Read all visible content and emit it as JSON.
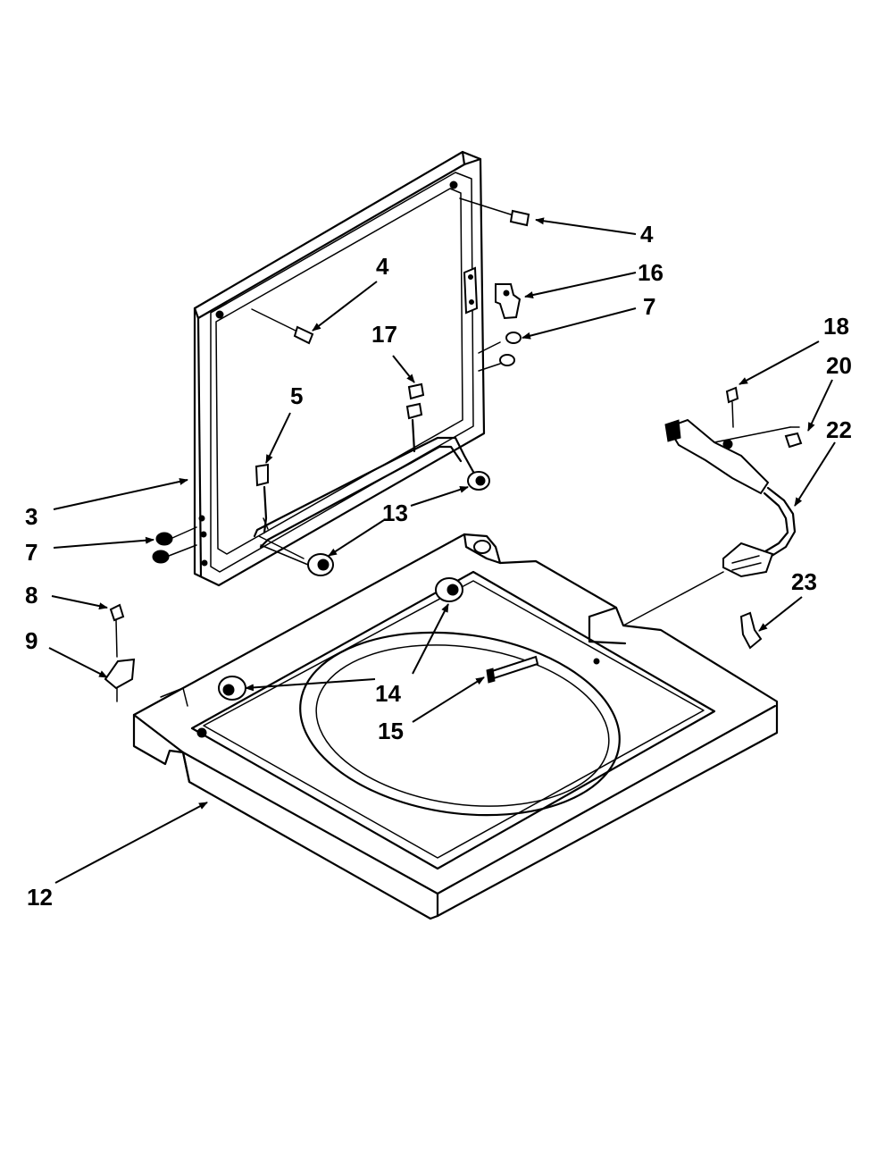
{
  "diagram": {
    "callouts": [
      {
        "id": "c4a",
        "label": "4"
      },
      {
        "id": "c4b",
        "label": "4"
      },
      {
        "id": "c16",
        "label": "16"
      },
      {
        "id": "c7a",
        "label": "7"
      },
      {
        "id": "c17",
        "label": "17"
      },
      {
        "id": "c5",
        "label": "5"
      },
      {
        "id": "c3",
        "label": "3"
      },
      {
        "id": "c7b",
        "label": "7"
      },
      {
        "id": "c13",
        "label": "13"
      },
      {
        "id": "c8",
        "label": "8"
      },
      {
        "id": "c9",
        "label": "9"
      },
      {
        "id": "c14",
        "label": "14"
      },
      {
        "id": "c15",
        "label": "15"
      },
      {
        "id": "c12",
        "label": "12"
      },
      {
        "id": "c18",
        "label": "18"
      },
      {
        "id": "c20",
        "label": "20"
      },
      {
        "id": "c22",
        "label": "22"
      },
      {
        "id": "c23",
        "label": "23"
      }
    ]
  }
}
